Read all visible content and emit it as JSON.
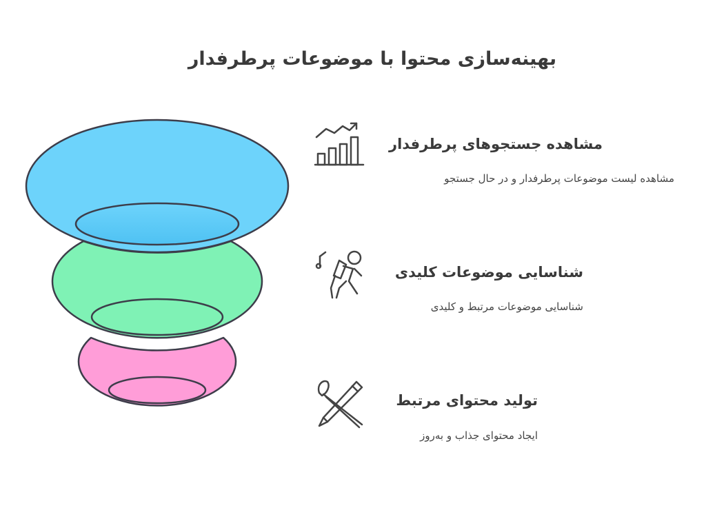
{
  "title": "بهینه‌سازی محتوا با موضوعات پرطرفدار",
  "colors": {
    "layer_top": "#6dd3fb",
    "layer_top_inner": "#5cc8f5",
    "layer_middle": "#7ff2b5",
    "layer_bottom": "#ff9dd8",
    "outline": "#3d3d4a"
  },
  "steps": [
    {
      "title": "مشاهده جستجوهای پرطرفدار",
      "description": "مشاهده لیست موضوعات پرطرفدار و در حال جستجو",
      "icon": "trending-chart-icon"
    },
    {
      "title": "شناسایی موضوعات کلیدی",
      "description": "شناسایی موضوعات مرتبط و کلیدی",
      "icon": "hiker-icon"
    },
    {
      "title": "تولید محتوای مرتبط",
      "description": "ایجاد محتوای جذاب و به‌روز",
      "icon": "pen-brush-icon"
    }
  ]
}
